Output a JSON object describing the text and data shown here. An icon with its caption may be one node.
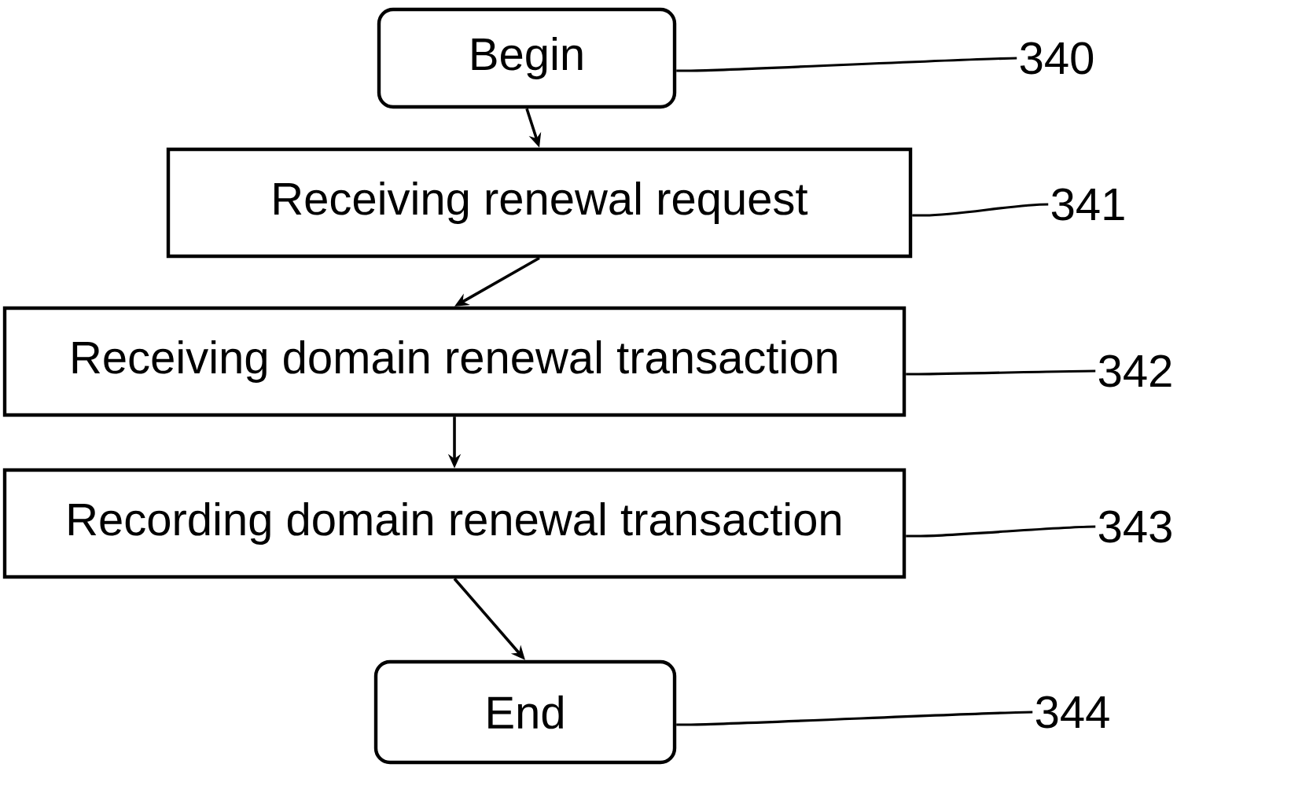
{
  "diagram": {
    "nodes": [
      {
        "text": [
          "Begin"
        ]
      },
      {
        "text": [
          "Receiving renewal request"
        ]
      },
      {
        "text": [
          "Receiving domain renewal transaction"
        ]
      },
      {
        "text": [
          "Recording domain renewal transaction"
        ]
      },
      {
        "text": [
          "End"
        ]
      },
      {
        "text": [
          "340"
        ]
      },
      {
        "text": [
          "341"
        ]
      },
      {
        "text": [
          "342"
        ]
      },
      {
        "text": [
          "343"
        ]
      },
      {
        "text": [
          "344"
        ]
      }
    ],
    "edges": [
      {
        "from": 0,
        "to": 1,
        "arrow": "to"
      },
      {
        "from": 1,
        "to": 2,
        "arrow": "to"
      },
      {
        "from": 2,
        "to": 3,
        "arrow": "to"
      },
      {
        "from": 3,
        "to": 4,
        "arrow": "to"
      },
      {
        "from": 5,
        "to": 0,
        "arrow": "none"
      },
      {
        "from": 6,
        "to": 1,
        "arrow": "none"
      },
      {
        "from": 7,
        "to": 2,
        "arrow": "none"
      },
      {
        "from": 8,
        "to": 3,
        "arrow": "none"
      },
      {
        "from": 9,
        "to": 4,
        "arrow": "none"
      }
    ]
  }
}
